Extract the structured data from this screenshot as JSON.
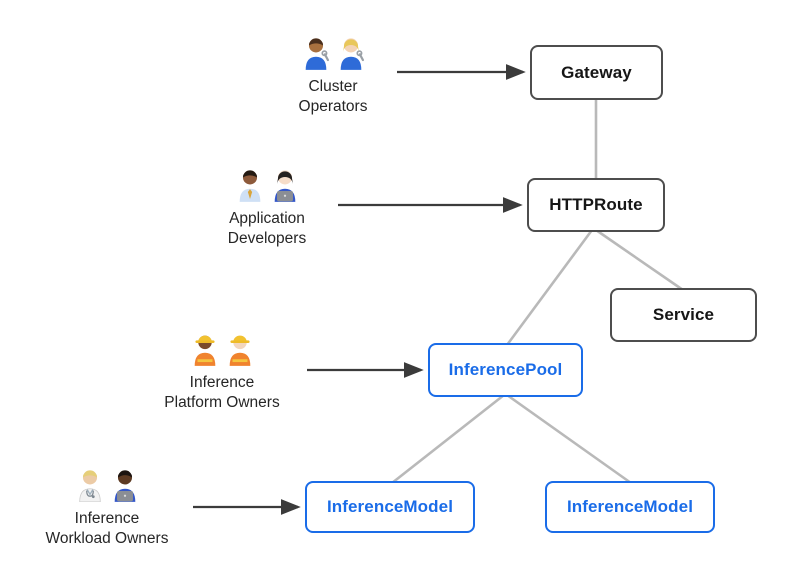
{
  "diagram": {
    "personas": [
      {
        "id": "cluster-operators",
        "label_line1": "Cluster",
        "label_line2": "Operators",
        "icons": [
          "man-mechanic-icon",
          "woman-mechanic-icon"
        ],
        "points_to": "Gateway"
      },
      {
        "id": "application-developers",
        "label_line1": "Application",
        "label_line2": "Developers",
        "icons": [
          "man-office-worker-icon",
          "woman-technologist-icon"
        ],
        "points_to": "HTTPRoute"
      },
      {
        "id": "inference-platform-owners",
        "label_line1": "Inference",
        "label_line2": "Platform Owners",
        "icons": [
          "woman-construction-worker-icon",
          "man-construction-worker-icon"
        ],
        "points_to": "InferencePool"
      },
      {
        "id": "inference-workload-owners",
        "label_line1": "Inference",
        "label_line2": "Workload Owners",
        "icons": [
          "health-worker-icon",
          "man-technologist-icon"
        ],
        "points_to": "InferenceModel"
      }
    ],
    "nodes": {
      "gateway": {
        "label": "Gateway",
        "style": "dark"
      },
      "httproute": {
        "label": "HTTPRoute",
        "style": "dark"
      },
      "service": {
        "label": "Service",
        "style": "dark"
      },
      "inferencepool": {
        "label": "InferencePool",
        "style": "blue"
      },
      "inferencemodel1": {
        "label": "InferenceModel",
        "style": "blue"
      },
      "inferencemodel2": {
        "label": "InferenceModel",
        "style": "blue"
      }
    },
    "edges": [
      {
        "from": "Gateway",
        "to": "HTTPRoute",
        "type": "tree-line"
      },
      {
        "from": "HTTPRoute",
        "to": "Service",
        "type": "tree-line"
      },
      {
        "from": "HTTPRoute",
        "to": "InferencePool",
        "type": "tree-line"
      },
      {
        "from": "InferencePool",
        "to": "InferenceModel (left)",
        "type": "tree-line"
      },
      {
        "from": "InferencePool",
        "to": "InferenceModel (right)",
        "type": "tree-line"
      },
      {
        "from": "Cluster Operators",
        "to": "Gateway",
        "type": "arrow"
      },
      {
        "from": "Application Developers",
        "to": "HTTPRoute",
        "type": "arrow"
      },
      {
        "from": "Inference Platform Owners",
        "to": "InferencePool",
        "type": "arrow"
      },
      {
        "from": "Inference Workload Owners",
        "to": "InferenceModel (left)",
        "type": "arrow"
      }
    ],
    "colors": {
      "blue": "#1a6ce8",
      "dark-border": "#4d4d4d",
      "dark-text": "#161616",
      "connector-gray": "#b9b9b9",
      "arrow-black": "#3b3b3b",
      "label-text": "#262626",
      "background": "#ffffff"
    }
  }
}
